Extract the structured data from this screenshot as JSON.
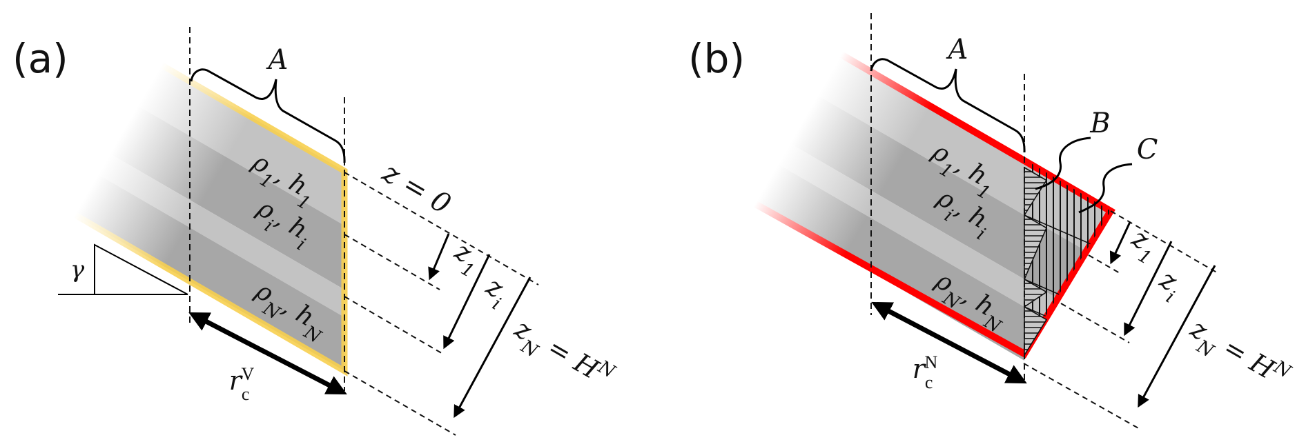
{
  "panels": [
    {
      "id": "a",
      "label": "(a)",
      "brace_label": "A",
      "angle_label": "γ",
      "border_color": "#f7cf4f",
      "layers": [
        {
          "rho": "ρ",
          "rho_sub": "1",
          "sep": ", ",
          "h": "h",
          "h_sub": "1"
        },
        {
          "rho": "ρ",
          "rho_sub": "i",
          "sep": ", ",
          "h": "h",
          "h_sub": "i"
        },
        {
          "rho": "ρ",
          "rho_sub": "N",
          "sep": ", ",
          "h": "h",
          "h_sub": "N"
        }
      ],
      "surface_label": "z = 0",
      "depths": [
        {
          "base": "z",
          "sub": "1"
        },
        {
          "base": "z",
          "sub": "i"
        }
      ],
      "total_depth": {
        "base": "z",
        "sub": "N",
        "eq": " = ",
        "H": "H",
        "sup": "N"
      },
      "radius": {
        "base": "r",
        "sub": "c",
        "sup": "V"
      }
    },
    {
      "id": "b",
      "label": "(b)",
      "brace_label": "A",
      "region_b_label": "B",
      "region_c_label": "C",
      "border_color": "#ff0000",
      "layers": [
        {
          "rho": "ρ",
          "rho_sub": "1",
          "sep": ", ",
          "h": "h",
          "h_sub": "1"
        },
        {
          "rho": "ρ",
          "rho_sub": "i",
          "sep": ", ",
          "h": "h",
          "h_sub": "i"
        },
        {
          "rho": "ρ",
          "rho_sub": "N",
          "sep": ", ",
          "h": "h",
          "h_sub": "N"
        }
      ],
      "depths": [
        {
          "base": "z",
          "sub": "1"
        },
        {
          "base": "z",
          "sub": "i"
        }
      ],
      "total_depth": {
        "base": "z",
        "sub": "N",
        "eq": " = ",
        "H": "H",
        "sup": "N"
      },
      "radius": {
        "base": "r",
        "sub": "c",
        "sup": "N"
      }
    }
  ],
  "colors": {
    "layer_light": "#c3c3c3",
    "layer_dark": "#a7a7a7",
    "hatch_fill": "#c8c8c8"
  }
}
